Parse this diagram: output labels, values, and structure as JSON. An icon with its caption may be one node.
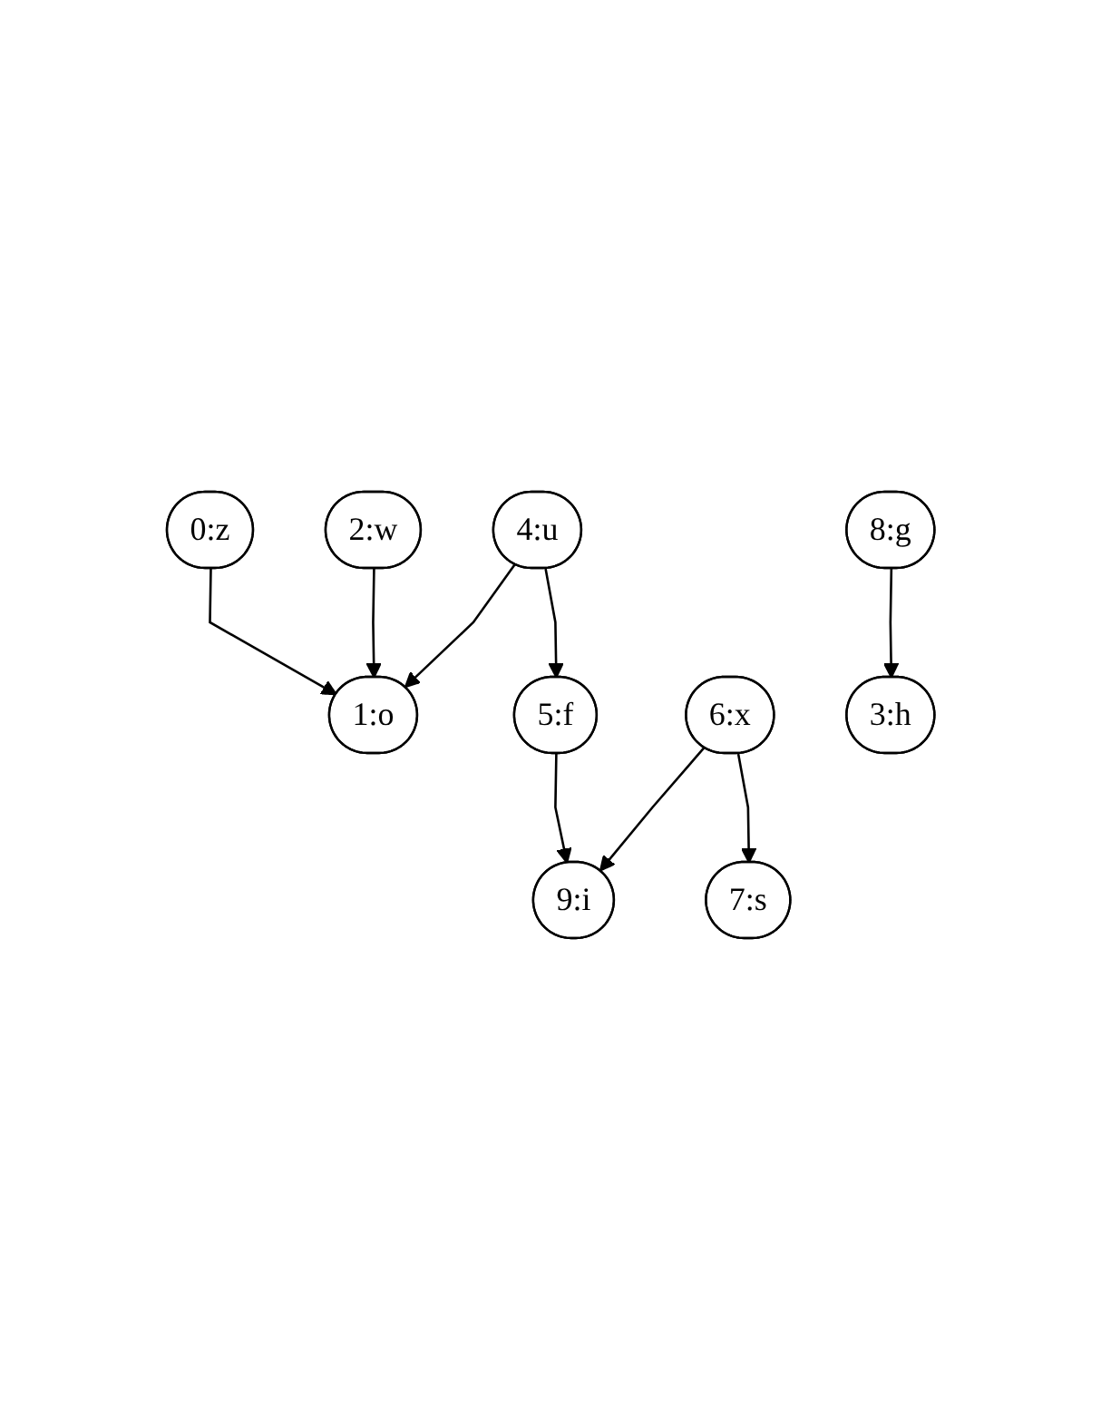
{
  "diagram": {
    "nodes": [
      {
        "text": [
          "0:z"
        ]
      },
      {
        "text": [
          "2:w"
        ]
      },
      {
        "text": [
          "4:u"
        ]
      },
      {
        "text": [
          "8:g"
        ]
      },
      {
        "text": [
          "1:o"
        ]
      },
      {
        "text": [
          "5:f"
        ]
      },
      {
        "text": [
          "6:x"
        ]
      },
      {
        "text": [
          "3:h"
        ]
      },
      {
        "text": [
          "9:i"
        ]
      },
      {
        "text": [
          "7:s"
        ]
      }
    ],
    "edges": [
      {
        "from": 0,
        "to": 4,
        "arrow": "to"
      },
      {
        "from": 1,
        "to": 4,
        "arrow": "to"
      },
      {
        "from": 2,
        "to": 4,
        "arrow": "to"
      },
      {
        "from": 2,
        "to": 5,
        "arrow": "to"
      },
      {
        "from": 3,
        "to": 7,
        "arrow": "to"
      },
      {
        "from": 5,
        "to": 8,
        "arrow": "to"
      },
      {
        "from": 6,
        "to": 8,
        "arrow": "to"
      },
      {
        "from": 6,
        "to": 9,
        "arrow": "to"
      }
    ]
  }
}
